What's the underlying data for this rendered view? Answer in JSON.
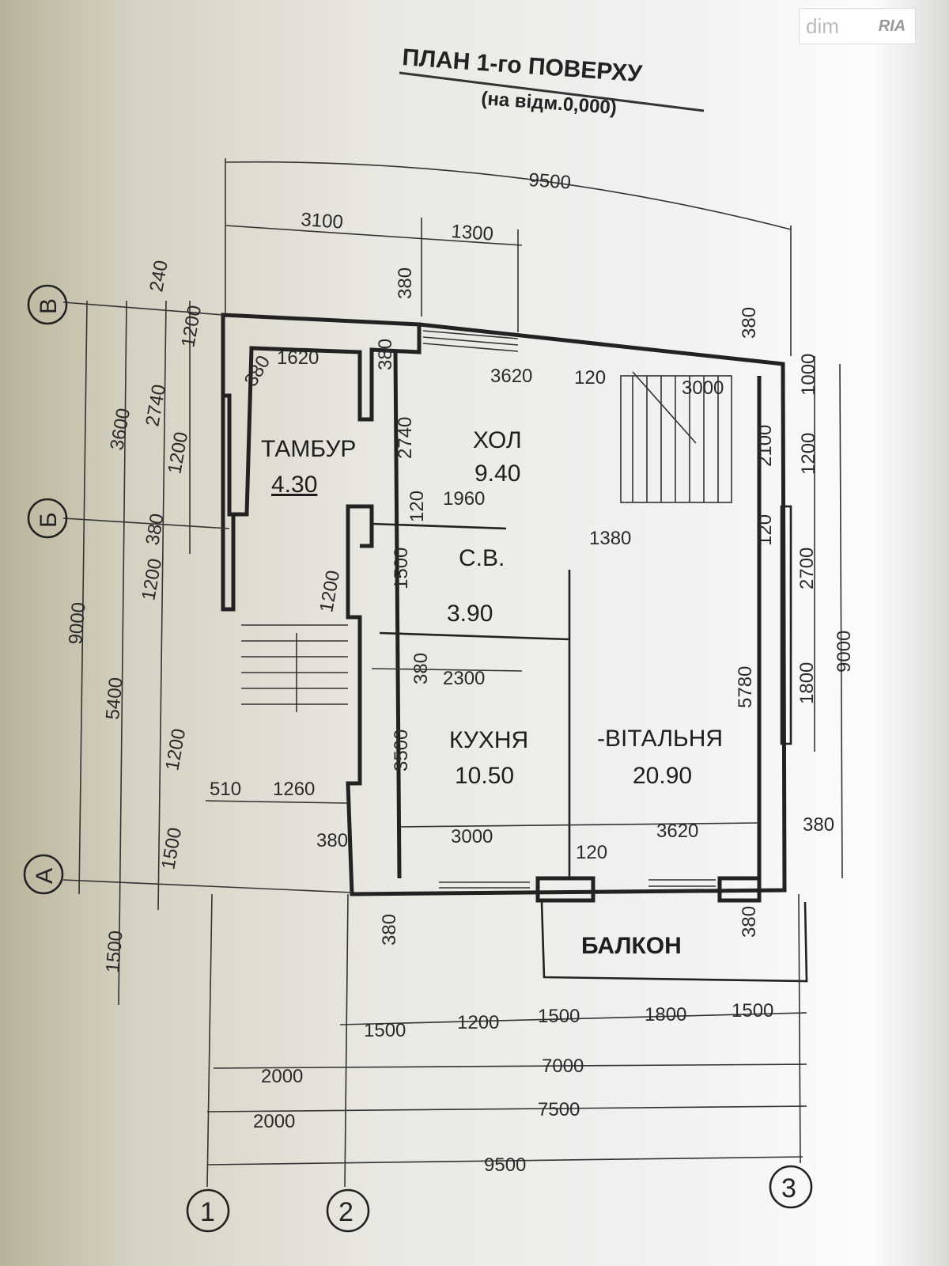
{
  "watermark": {
    "left": "dim",
    "right": "RIA"
  },
  "title": {
    "main": "ПЛАН  1-го ПОВЕРХУ",
    "sub": "(на відм.0,000)"
  },
  "rooms": [
    {
      "name": "ТАМБУР",
      "area": "4.30"
    },
    {
      "name": "ХОЛ",
      "area": "9.40"
    },
    {
      "name": "С.В.",
      "area": "3.90"
    },
    {
      "name": "КУХНЯ",
      "area": "10.50"
    },
    {
      "name": "-ВІТАЛЬНЯ",
      "area": "20.90"
    },
    {
      "name": "БАЛКОН",
      "area": ""
    }
  ],
  "dims_top": [
    "9500",
    "3100",
    "1300"
  ],
  "dims_inner": [
    "380",
    "1620",
    "380",
    "380",
    "3620",
    "120",
    "3000",
    "380",
    "2740",
    "120",
    "1960",
    "1380",
    "120",
    "1500",
    "2300",
    "380",
    "3500",
    "3000",
    "3620",
    "120",
    "5780",
    "380",
    "380",
    "380",
    "380",
    "510",
    "1260",
    "1200"
  ],
  "dims_left": [
    "240",
    "1200",
    "1200",
    "2740",
    "3600",
    "380",
    "1200",
    "9000",
    "5400",
    "1500",
    "1500",
    "1200"
  ],
  "dims_right": [
    "1000",
    "1200",
    "2100",
    "2700",
    "1800",
    "9000"
  ],
  "dims_bottom": [
    "1500",
    "1200",
    "1500",
    "1800",
    "1500",
    "2000",
    "7000",
    "2000",
    "7500",
    "9500"
  ],
  "axes_bottom": [
    "1",
    "2",
    "3"
  ],
  "axes_left": [
    "В",
    "Б",
    "А"
  ]
}
